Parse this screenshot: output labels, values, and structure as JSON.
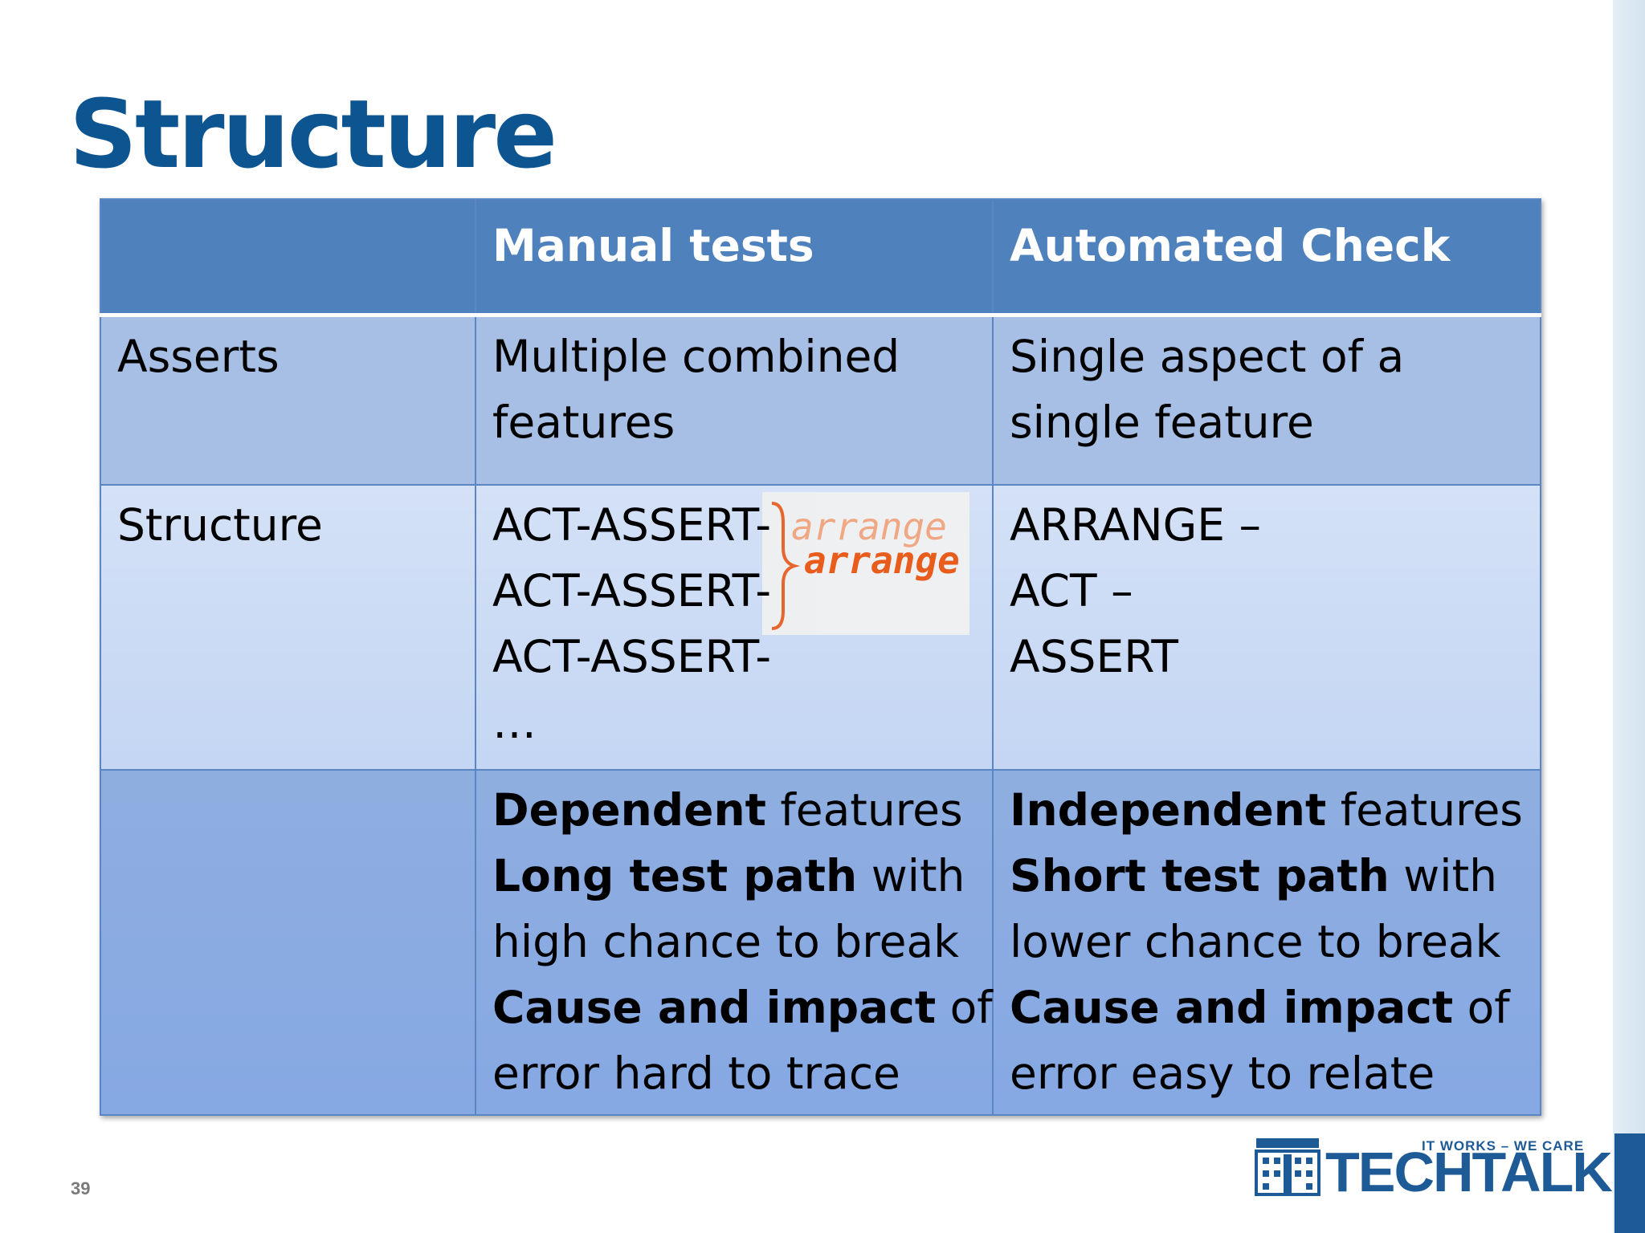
{
  "slide": {
    "title": "Structure",
    "page_number": "39"
  },
  "table": {
    "headers": [
      "",
      "Manual tests",
      "Automated Check"
    ],
    "rows": [
      {
        "label": "Asserts",
        "manual": [
          "Multiple combined",
          "features"
        ],
        "automated": [
          "Single aspect of a",
          "single feature"
        ]
      },
      {
        "label": "Structure",
        "manual": [
          "ACT-ASSERT-",
          "ACT-ASSERT-",
          "ACT-ASSERT-",
          "…"
        ],
        "automated": [
          "ARRANGE –",
          "ACT –",
          "ASSERT"
        ],
        "overlay": [
          "arrange",
          "arrange"
        ]
      },
      {
        "label": "",
        "manual": [
          {
            "bold": "Dependent",
            "rest": " features"
          },
          {
            "bold": "Long test path",
            "rest": " with"
          },
          {
            "bold": "",
            "rest": "high chance to break"
          },
          {
            "bold": "Cause and impact",
            "rest": " of"
          },
          {
            "bold": "",
            "rest": "error hard to trace"
          }
        ],
        "automated": [
          {
            "bold": "Independent",
            "rest": " features"
          },
          {
            "bold": "Short test path",
            "rest": " with"
          },
          {
            "bold": "",
            "rest": "lower chance to break"
          },
          {
            "bold": "Cause and impact",
            "rest": " of"
          },
          {
            "bold": "",
            "rest": "error easy to relate"
          }
        ]
      }
    ]
  },
  "logo": {
    "tagline": "IT WORKS – WE CARE",
    "brand": "TECHTALK"
  },
  "colors": {
    "title": "#0d5591",
    "header_bg": "#4f81bd",
    "accent_orange": "#e85c1c",
    "brand_blue": "#1d5a96"
  }
}
